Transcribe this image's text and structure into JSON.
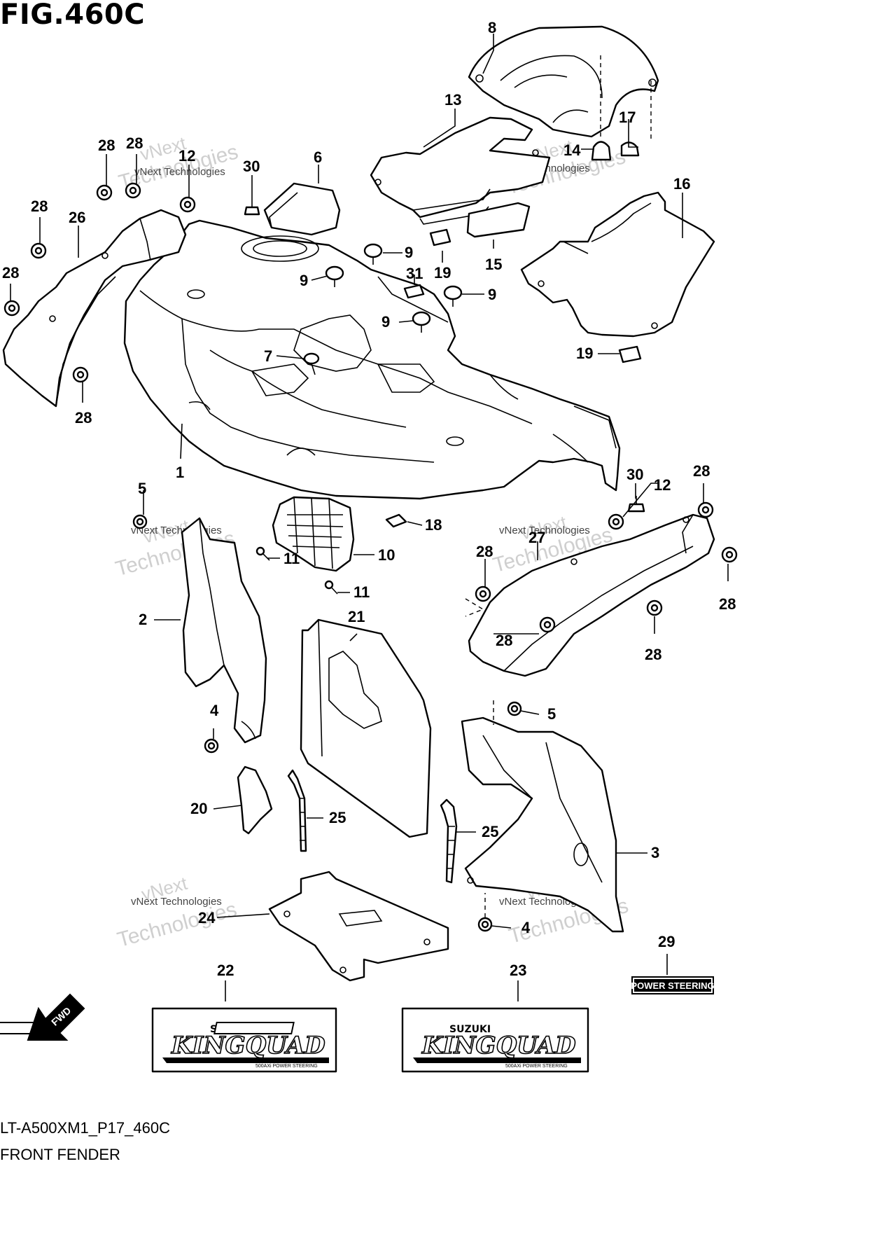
{
  "figure": {
    "title": "FIG.460C",
    "model_code": "LT-A500XM1_P17_460C",
    "name": "FRONT FENDER"
  },
  "watermark": {
    "line_small": "vNext Technologies",
    "line_big_1": "vNext",
    "line_big_2": "Technologies"
  },
  "decals": {
    "power_steering": "POWER STEERING",
    "brand": "SUZUKI",
    "model": "KINGQUAD",
    "sub": "500AXi POWER STEERING"
  },
  "fwd_label": "FWD",
  "callouts": [
    {
      "id": "c8",
      "label": "8"
    },
    {
      "id": "c13",
      "label": "13"
    },
    {
      "id": "c17",
      "label": "17"
    },
    {
      "id": "c14",
      "label": "14"
    },
    {
      "id": "c28a",
      "label": "28"
    },
    {
      "id": "c28b",
      "label": "28"
    },
    {
      "id": "c12a",
      "label": "12"
    },
    {
      "id": "c30a",
      "label": "30"
    },
    {
      "id": "c6",
      "label": "6"
    },
    {
      "id": "c16",
      "label": "16"
    },
    {
      "id": "c28c",
      "label": "28"
    },
    {
      "id": "c26",
      "label": "26"
    },
    {
      "id": "c9a",
      "label": "9"
    },
    {
      "id": "c19a",
      "label": "19"
    },
    {
      "id": "c15",
      "label": "15"
    },
    {
      "id": "c28d",
      "label": "28"
    },
    {
      "id": "c9b",
      "label": "9"
    },
    {
      "id": "c31",
      "label": "31"
    },
    {
      "id": "c9c",
      "label": "9"
    },
    {
      "id": "c9d",
      "label": "9"
    },
    {
      "id": "c7",
      "label": "7"
    },
    {
      "id": "c19b",
      "label": "19"
    },
    {
      "id": "c28e",
      "label": "28"
    },
    {
      "id": "c1",
      "label": "1"
    },
    {
      "id": "c30b",
      "label": "30"
    },
    {
      "id": "c12b",
      "label": "12"
    },
    {
      "id": "c28f",
      "label": "28"
    },
    {
      "id": "c5a",
      "label": "5"
    },
    {
      "id": "c18",
      "label": "18"
    },
    {
      "id": "c27",
      "label": "27"
    },
    {
      "id": "c11a",
      "label": "11"
    },
    {
      "id": "c10",
      "label": "10"
    },
    {
      "id": "c28g",
      "label": "28"
    },
    {
      "id": "c11b",
      "label": "11"
    },
    {
      "id": "c28h",
      "label": "28"
    },
    {
      "id": "c2",
      "label": "2"
    },
    {
      "id": "c21",
      "label": "21"
    },
    {
      "id": "c28i",
      "label": "28"
    },
    {
      "id": "c28j",
      "label": "28"
    },
    {
      "id": "c4a",
      "label": "4"
    },
    {
      "id": "c5b",
      "label": "5"
    },
    {
      "id": "c20",
      "label": "20"
    },
    {
      "id": "c25a",
      "label": "25"
    },
    {
      "id": "c25b",
      "label": "25"
    },
    {
      "id": "c3",
      "label": "3"
    },
    {
      "id": "c24",
      "label": "24"
    },
    {
      "id": "c4b",
      "label": "4"
    },
    {
      "id": "c29",
      "label": "29"
    },
    {
      "id": "c22",
      "label": "22"
    },
    {
      "id": "c23",
      "label": "23"
    }
  ]
}
